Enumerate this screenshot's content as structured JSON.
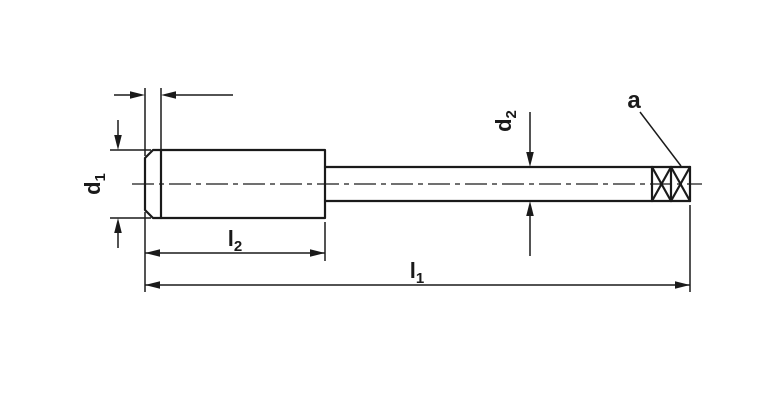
{
  "drawing": {
    "labels": {
      "d1": {
        "main": "d",
        "sub": "1"
      },
      "d2": {
        "main": "d",
        "sub": "2"
      },
      "l1": {
        "main": "l",
        "sub": "1"
      },
      "l2": {
        "main": "l",
        "sub": "2"
      },
      "a": "a"
    },
    "colors": {
      "line": "#1a1a1a",
      "background": "#ffffff"
    }
  }
}
